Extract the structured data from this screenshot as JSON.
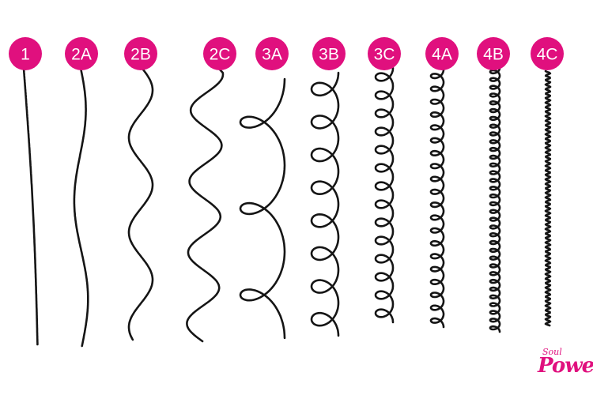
{
  "theme": {
    "badge_color": "#e0107e",
    "strand_color": "#151515",
    "background": "#ffffff"
  },
  "hair_types": [
    {
      "label": "1",
      "pattern": "straight"
    },
    {
      "label": "2A",
      "pattern": "slight-wave"
    },
    {
      "label": "2B",
      "pattern": "wave"
    },
    {
      "label": "2C",
      "pattern": "deep-wave"
    },
    {
      "label": "3A",
      "pattern": "loose-loop-curl"
    },
    {
      "label": "3B",
      "pattern": "loop-curl"
    },
    {
      "label": "3C",
      "pattern": "tight-coil"
    },
    {
      "label": "4A",
      "pattern": "small-coil"
    },
    {
      "label": "4B",
      "pattern": "zigzag-coil"
    },
    {
      "label": "4C",
      "pattern": "tight-zigzag"
    }
  ],
  "logo": {
    "script": "Soul",
    "word": "Power"
  }
}
